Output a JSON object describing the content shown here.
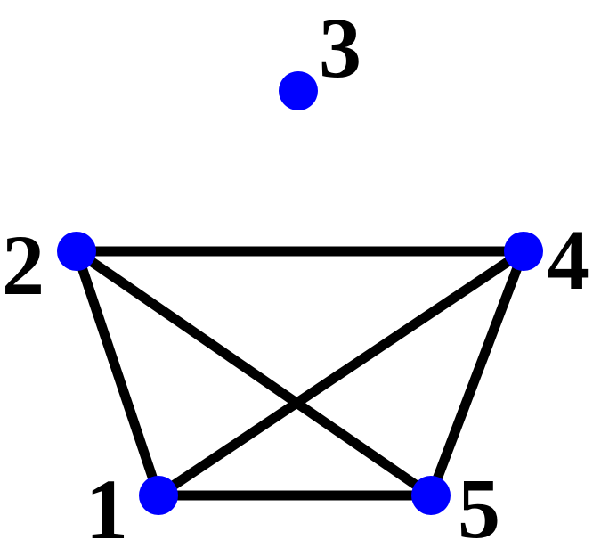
{
  "graph": {
    "nodes": [
      {
        "id": "1",
        "label": "1"
      },
      {
        "id": "2",
        "label": "2"
      },
      {
        "id": "3",
        "label": "3"
      },
      {
        "id": "4",
        "label": "4"
      },
      {
        "id": "5",
        "label": "5"
      }
    ],
    "edges": [
      [
        "2",
        "4"
      ],
      [
        "2",
        "1"
      ],
      [
        "2",
        "5"
      ],
      [
        "4",
        "1"
      ],
      [
        "4",
        "5"
      ],
      [
        "1",
        "5"
      ]
    ]
  },
  "colors": {
    "node": "#0000ff",
    "edge": "#000000",
    "label": "#000000",
    "background": "#ffffff"
  }
}
